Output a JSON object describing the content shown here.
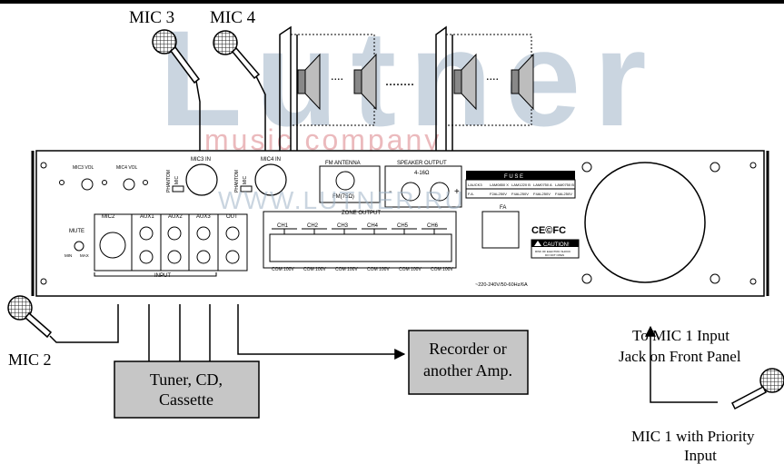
{
  "watermark": {
    "logo_text": "Lutner",
    "tagline": "music company",
    "url": "WWW.LUTNER.RU"
  },
  "microphones": {
    "mic3": "MIC 3",
    "mic4": "MIC 4",
    "mic2": "MIC 2",
    "mic1_line1": "MIC 1 with Priority",
    "mic1_line2": "Input"
  },
  "front_panel_note": {
    "line1": "To MIC 1 Input",
    "line2": "Jack on Front Panel"
  },
  "boxes": {
    "sources_line1": "Tuner, CD,",
    "sources_line2": "Cassette",
    "recorder_line1": "Recorder or",
    "recorder_line2": "another Amp."
  },
  "speakers": {
    "dots_short": "....",
    "dots_long": "........"
  },
  "panel": {
    "mic3_vol": "MIC3 VOL",
    "mic4_vol": "MIC4 VOL",
    "phantom": "PHANTOM",
    "mic_small": "MIC",
    "mic3_in": "MIC3 IN",
    "mic4_in": "MIC4 IN",
    "fm_antenna": "FM ANTENNA",
    "fm_ohm": "FM(75Ω)",
    "speaker_output": "SPEAKER OUTPUT",
    "speaker_ohm": "4-16Ω",
    "minus": "-",
    "plus": "+",
    "mute": "MUTE",
    "min": "MIN",
    "max": "MAX",
    "mic2": "MIC2",
    "aux1": "AUX1",
    "aux2": "AUX2",
    "aux3": "AUX3",
    "out": "OUT",
    "input": "INPUT",
    "zone_output": "ZONE OUTPUT",
    "channels": [
      "CH1",
      "CH2",
      "CH3",
      "CH4",
      "CH5",
      "CH6"
    ],
    "com": [
      "COM 100V",
      "COM 100V",
      "COM 100V",
      "COM 100V",
      "COM 100V",
      "COM 100V"
    ],
    "fuse_header": "F U S E",
    "fuse_row1": [
      "LAUCK3",
      "LAM0850 X",
      "LAM1220 B",
      "LAM0750 A",
      "LAM0750 B"
    ],
    "fuse_row2": [
      "F.A.",
      "F2AL250V",
      "F4AL250V",
      "F4AL250V",
      "F4AL250V"
    ],
    "fa": "FA",
    "cert": "CE©FC",
    "caution": "CAUTION!",
    "caution_small1": "RISK OF ELECTRIC SHOCK",
    "caution_small2": "DO NOT OPEN",
    "power": "~220-240V/50-60Hz/6A"
  },
  "colors": {
    "watermark": "#9fb4c7",
    "watermark_pink": "#e7a9ad",
    "box_fill": "#c6c6c6",
    "panel_fill": "#ffffff",
    "line": "#000000"
  }
}
